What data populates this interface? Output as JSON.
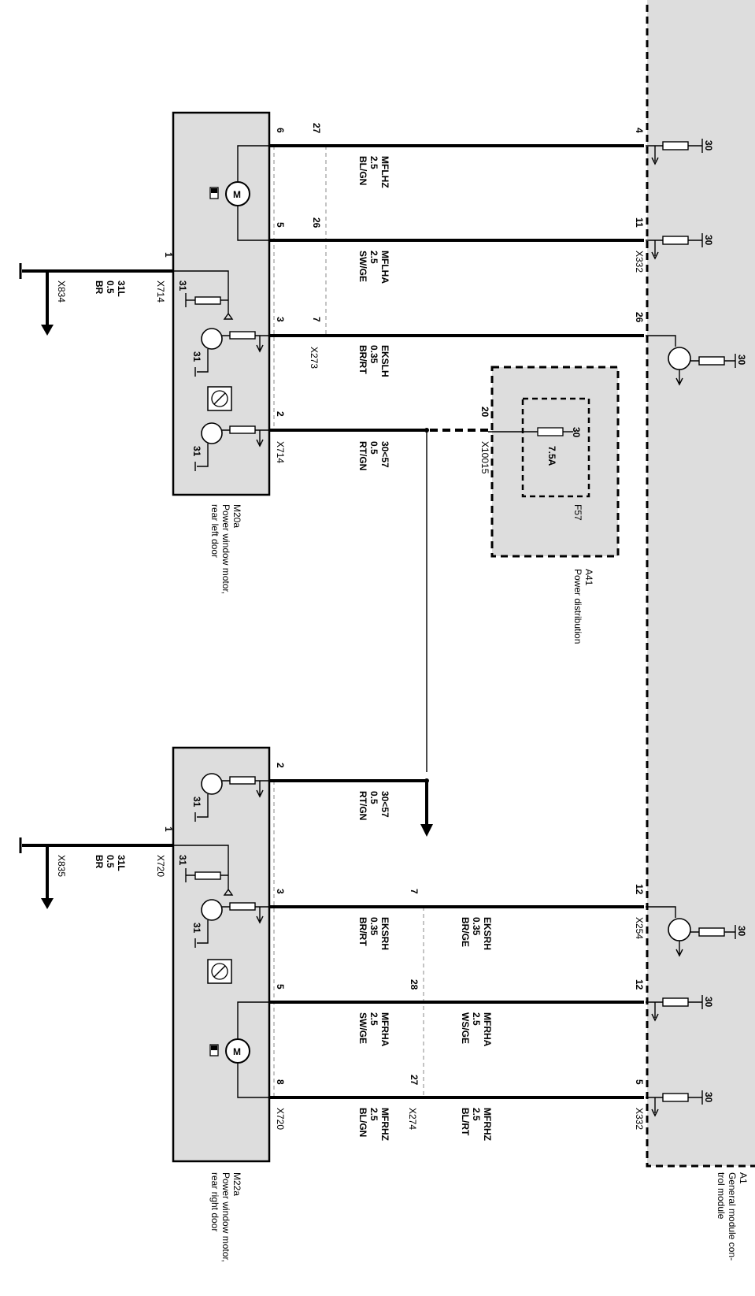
{
  "modules": {
    "gm": {
      "id": "A1",
      "name": "General module con-\ntrol module"
    },
    "pd": {
      "id": "A41",
      "name": "Power distribution",
      "fuse_id": "F57",
      "fuse_rating": "7.5A",
      "fuse_terminal": "30"
    },
    "left": {
      "id": "M20a",
      "name": "Power window motor,\nrear left door"
    },
    "right": {
      "id": "M22a",
      "name": "Power window motor,\nrear right door"
    }
  },
  "supply_label": "30",
  "ground_label": "31",
  "connectors": {
    "x714": "X714",
    "x332": "X332",
    "x273": "X273",
    "x10015": "X10015",
    "x834": "X834",
    "x835": "X835",
    "x720": "X720",
    "x254": "X254",
    "x274": "X274"
  },
  "left_wires": [
    {
      "pin": "6",
      "mid_pin": "27",
      "gm_pin": "4",
      "signal": "MFLHZ",
      "size": "2.5",
      "color": "BL/GN"
    },
    {
      "pin": "5",
      "mid_pin": "26",
      "gm_pin": "11",
      "signal": "MFLHA",
      "size": "2.5",
      "color": "SW/GE"
    },
    {
      "pin": "3",
      "mid_pin": "7",
      "gm_pin": "26",
      "signal": "EKSLH",
      "size": "0.35",
      "color": "BR/RT"
    },
    {
      "pin": "2",
      "pd_pin": "20",
      "signal": "30<57",
      "size": "0.5",
      "color": "RT/GN"
    }
  ],
  "left_ground": {
    "pin": "1",
    "signal": "31L",
    "size": "0.5",
    "color": "BR"
  },
  "right_wires": [
    {
      "pin": "2",
      "signal": "30<57",
      "size": "0.5",
      "color": "RT/GN"
    },
    {
      "pin": "3",
      "mid_pin": "7",
      "gm_pin": "12",
      "signal": "EKSRH",
      "size": "0.35",
      "color": "BR/RT",
      "gm_signal": "EKSRH",
      "gm_size": "0.35",
      "gm_color": "BR/GE"
    },
    {
      "pin": "5",
      "mid_pin": "28",
      "gm_pin": "12",
      "signal": "MFRHA",
      "size": "2.5",
      "color": "SW/GE",
      "gm_signal": "MFRHA",
      "gm_size": "2.5",
      "gm_color": "WS/GE"
    },
    {
      "pin": "8",
      "mid_pin": "27",
      "gm_pin": "5",
      "signal": "MFRHZ",
      "size": "2.5",
      "color": "BL/GN",
      "gm_signal": "MFRHZ",
      "gm_size": "2.5",
      "gm_color": "BL/RT"
    }
  ],
  "right_ground": {
    "pin": "1",
    "signal": "31L",
    "size": "0.5",
    "color": "BR"
  },
  "motor_symbol": "M"
}
